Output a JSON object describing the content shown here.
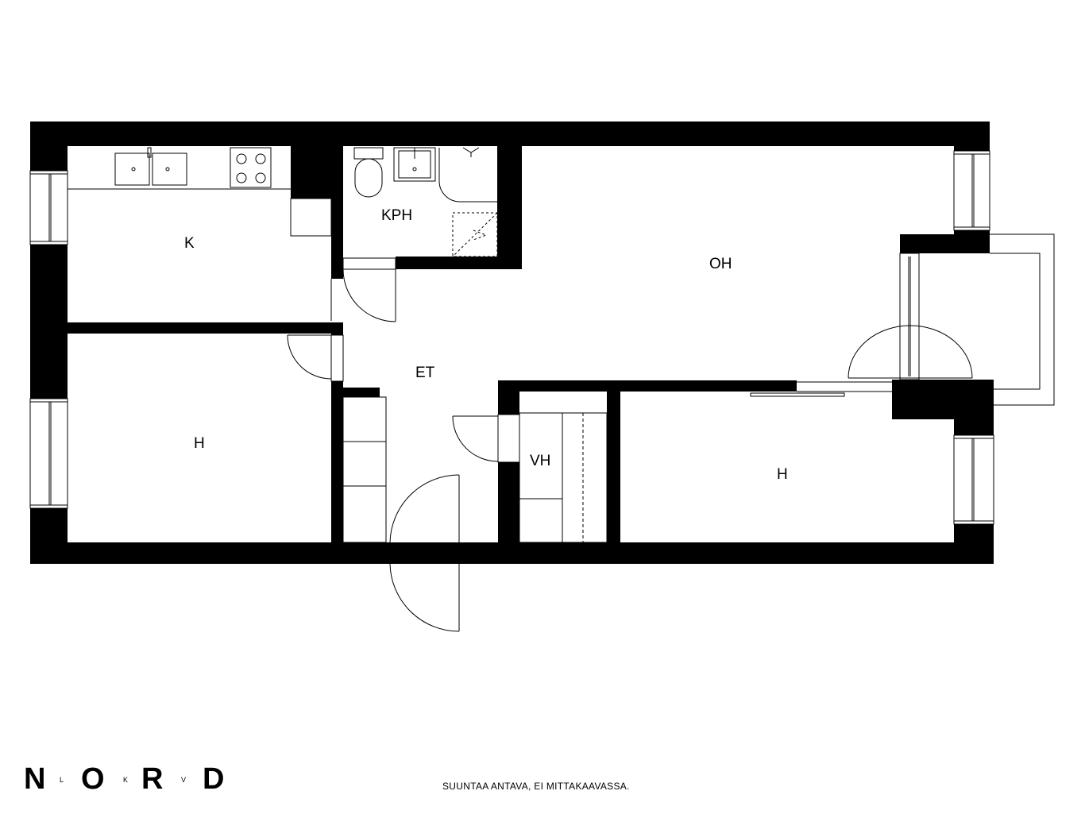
{
  "rooms": {
    "kitchen": "K",
    "bathroom": "KPH",
    "living_room": "OH",
    "entrance": "ET",
    "bedroom_left": "H",
    "walk_in_closet": "VH",
    "bedroom_right": "H"
  },
  "logo": {
    "big": [
      "N",
      "O",
      "R",
      "D"
    ],
    "small": [
      "L",
      "K",
      "V"
    ]
  },
  "disclaimer": "SUUNTAA ANTAVA, EI MITTAKAAVASSA."
}
